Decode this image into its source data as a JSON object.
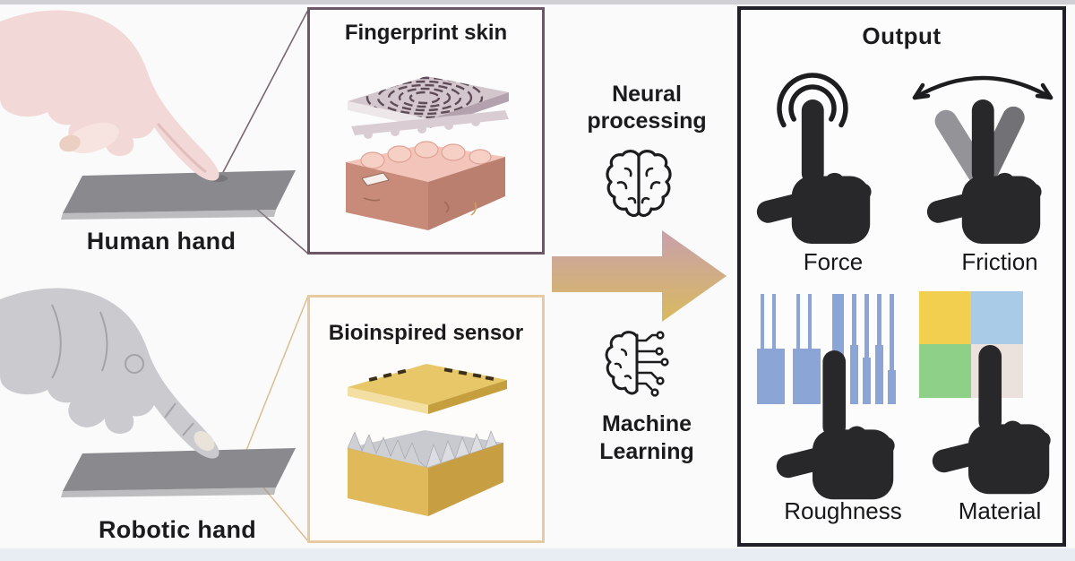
{
  "figure": {
    "left": {
      "human_label": "Human hand",
      "robotic_label": "Robotic hand"
    },
    "boxes": {
      "fingerprint": {
        "title": "Fingerprint skin"
      },
      "bioinspired": {
        "title": "Bioinspired sensor"
      }
    },
    "middle": {
      "neural_line1": "Neural",
      "neural_line2": "processing",
      "machine_line1": "Machine",
      "machine_line2": "Learning"
    },
    "output": {
      "title": "Output",
      "items": [
        {
          "label": "Force"
        },
        {
          "label": "Friction"
        },
        {
          "label": "Roughness"
        },
        {
          "label": "Material"
        }
      ],
      "material_swatches": {
        "top_left": "#f2cf4f",
        "top_right": "#a9cbe8",
        "bottom_left": "#8fd089",
        "bottom_right": "#ece2dd"
      },
      "roughness_bar_color": "#8ba6d6"
    },
    "colors": {
      "fingerprint_border": "#6d5665",
      "bioinspired_border": "#e6cba0",
      "output_border": "#202029",
      "arrow_gradient_top": "#c8a0ac",
      "arrow_gradient_bottom": "#d9ba5e",
      "human_callout": "#7a6673",
      "robotic_callout": "#ddc193",
      "hand_silhouette": "#28282b"
    }
  }
}
